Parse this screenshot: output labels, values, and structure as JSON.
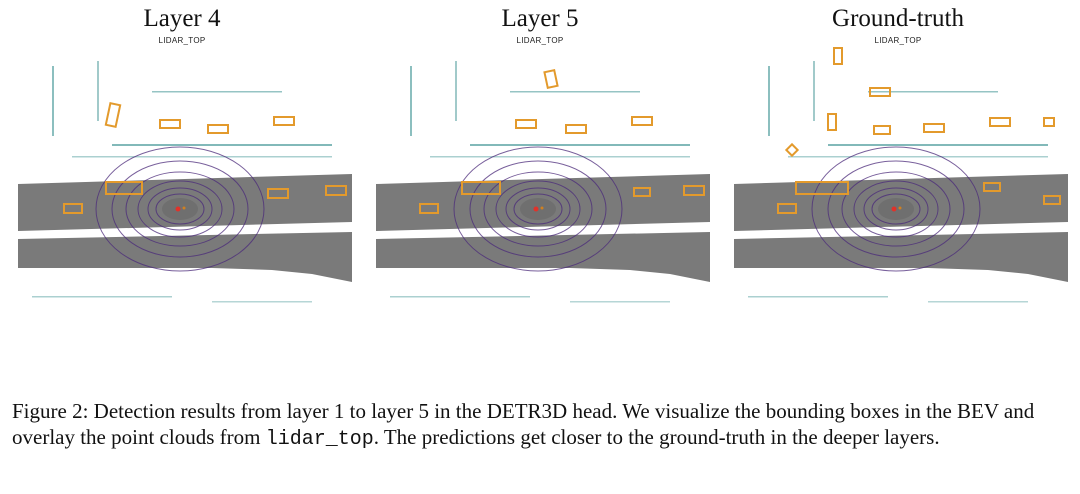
{
  "figure": {
    "panels": [
      {
        "title": "Layer 4",
        "sensor": "LIDAR_TOP"
      },
      {
        "title": "Layer 5",
        "sensor": "LIDAR_TOP"
      },
      {
        "title": "Ground-truth",
        "sensor": "LIDAR_TOP"
      }
    ],
    "caption": {
      "part1": "Figure 2: Detection results from layer 1 to layer 5 in the DETR3D head. We visualize the bounding boxes in the BEV and overlay the point clouds from ",
      "code": "lidar_top",
      "part2": ". The predictions get closer to the ground-truth in the deeper layers."
    }
  },
  "colors": {
    "road": "#7a7a7a",
    "box": "#e39a2c",
    "ego_rings": "#4b2a7a",
    "points": "#2e8a8a",
    "ego_dot": "#e0322a"
  }
}
